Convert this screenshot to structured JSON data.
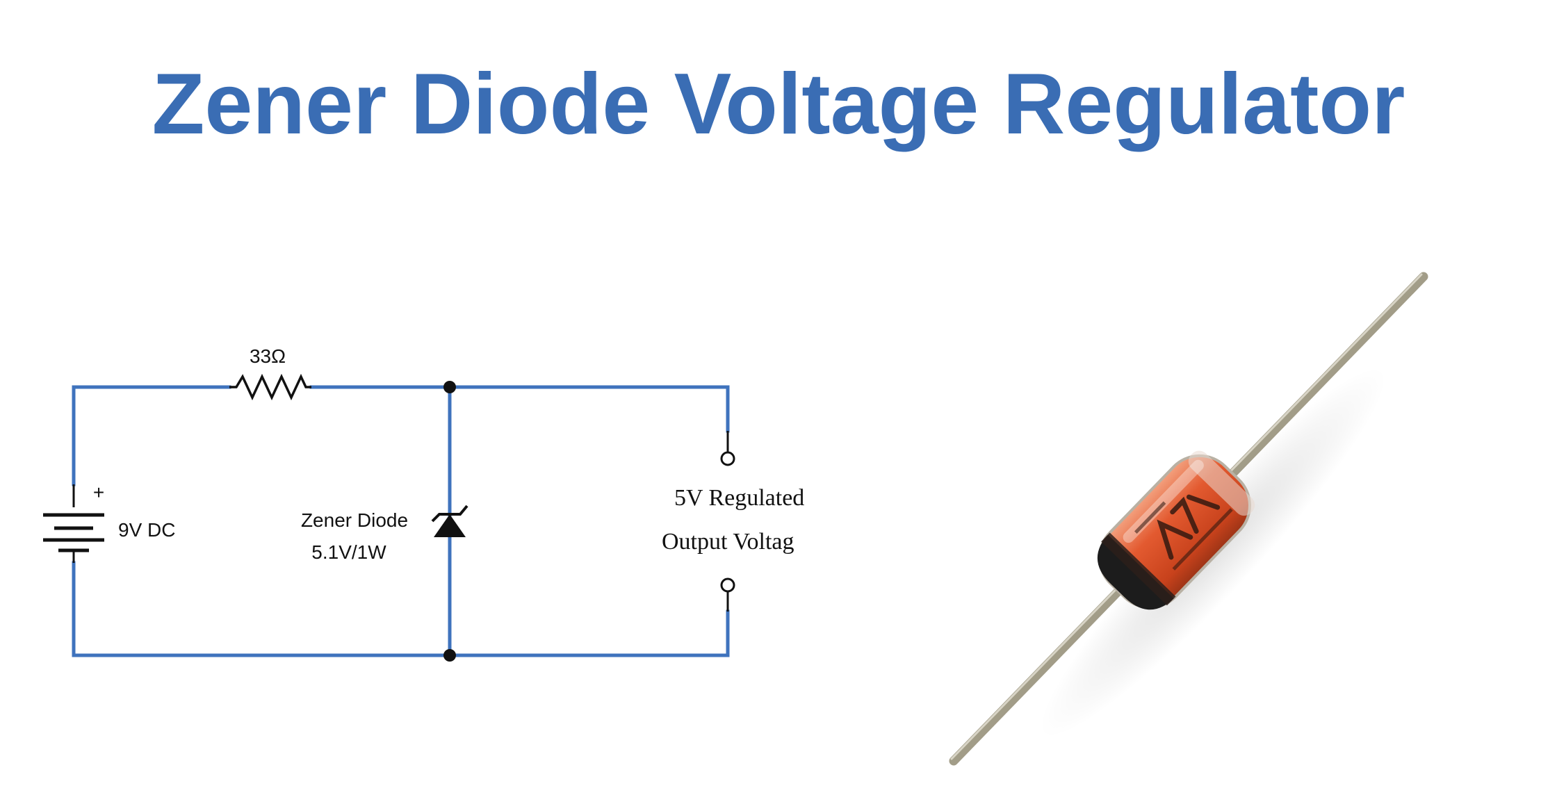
{
  "title": "Zener Diode Voltage Regulator",
  "colors": {
    "title": "#3a6db4",
    "wire": "#3f73bd",
    "symbol": "#111111",
    "diode_body": "#e0562c",
    "diode_band": "#1c1c1c",
    "lead": "#a8a390"
  },
  "circuit": {
    "resistor_label": "33Ω",
    "battery_plus": "+",
    "battery_label": "9V DC",
    "zener_label_line1": "Zener Diode",
    "zener_label_line2": "5.1V/1W",
    "output_label_line1": "5V Regulated",
    "output_label_line2": "Output Voltag"
  },
  "photo": {
    "icon": "zener-diode-photo"
  }
}
